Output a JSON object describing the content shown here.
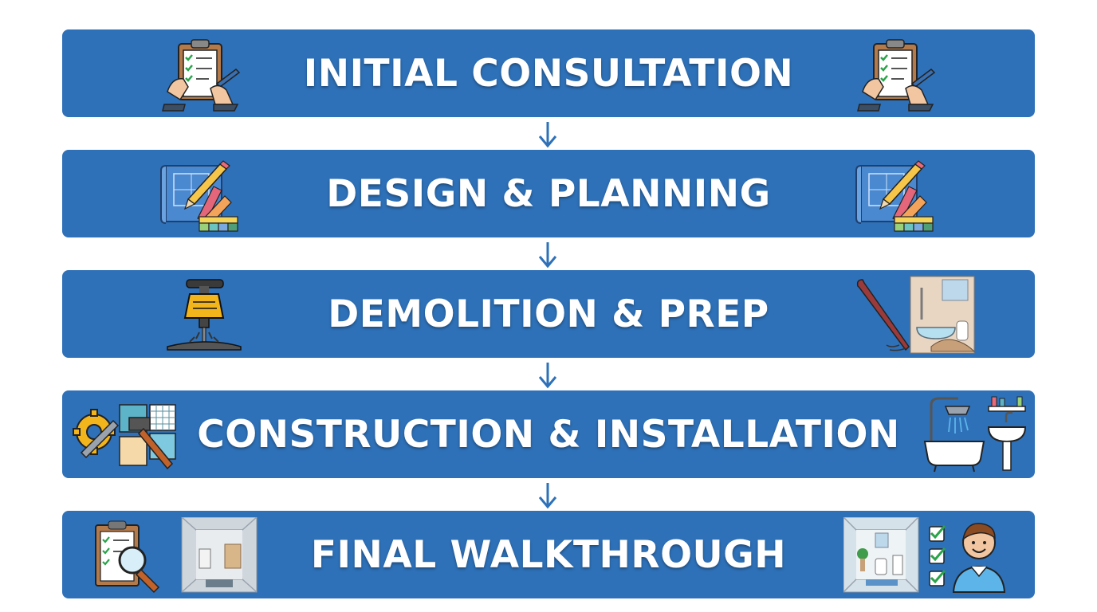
{
  "steps": [
    {
      "label": "INITIAL CONSULTATION",
      "icon_left": "clipboard-checklist-icon",
      "icon_right": "clipboard-checklist-icon"
    },
    {
      "label": "DESIGN & PLANNING",
      "icon_left": "blueprint-color-swatch-icon",
      "icon_right": "blueprint-color-swatch-icon"
    },
    {
      "label": "DEMOLITION & PREP",
      "icon_left": "jackhammer-icon",
      "icon_right": "crowbar-bathroom-demolition-icon"
    },
    {
      "label": "CONSTRUCTION & INSTALLATION",
      "icon_left": "tools-tiles-icon",
      "icon_right": "bathtub-shower-sink-icon"
    },
    {
      "label": "FINAL WALKTHROUGH",
      "icon_left": "inspection-clipboard-bathroom-icon",
      "icon_right": "finished-bathroom-checklist-person-icon"
    }
  ],
  "colors": {
    "step_bg": "#2e71b8",
    "arrow": "#2e71b8",
    "label": "#ffffff"
  }
}
